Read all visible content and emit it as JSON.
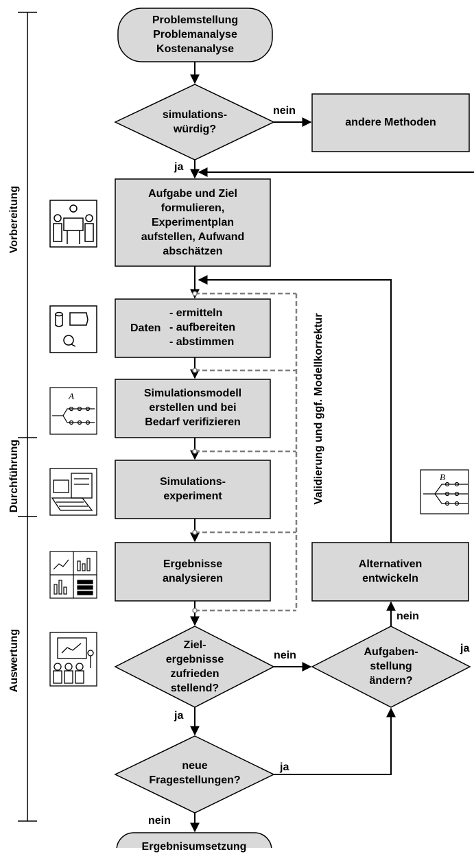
{
  "phases": {
    "preparation": "Vorbereitung",
    "execution": "Durchführung",
    "evaluation": "Auswertung"
  },
  "nodes": {
    "start": "Problemstellung\nProblemanalyse\nKostenanalyse",
    "worthy": "simulations-\nwürdig?",
    "other_methods": "andere Methoden",
    "task_goal": "Aufgabe und Ziel\nformulieren,\nExperimentplan\naufstellen, Aufwand\nabschätzen",
    "data_word": "Daten",
    "data_steps": "- ermitteln\n- aufbereiten\n- abstimmen",
    "model": "Simulationsmodell\nerstellen und bei\nBedarf verifizieren",
    "experiment": "Simulations-\nexperiment",
    "analyze": "Ergebnisse\nanalysieren",
    "goal_ok": "Ziel-\nergebnisse\nzufrieden\nstellend?",
    "new_questions": "neue\nFragestellungen?",
    "end": "Ergebnisumsetzung",
    "alternatives": "Alternativen\nentwickeln",
    "change_task": "Aufgaben-\nstellung\nändern?"
  },
  "edges": {
    "worthy_no": "nein",
    "worthy_yes": "ja",
    "goal_no": "nein",
    "goal_yes": "ja",
    "new_q_yes": "ja",
    "new_q_no": "nein",
    "change_no": "nein",
    "change_yes": "ja"
  },
  "validation_label": "Validierung und ggf. Modellkorrektur",
  "icons": {
    "meeting": "meeting-icon",
    "data": "data-shapes-icon",
    "model_a": "model-network-icon",
    "computer": "computer-workstation-icon",
    "charts": "charts-icon",
    "presentation": "presentation-icon",
    "model_b": "model-tree-icon",
    "badge_a": "A",
    "badge_b": "B"
  },
  "colors": {
    "box_fill": "#d9d9d9",
    "line": "#000000",
    "dashed": "#7f7f7f"
  }
}
